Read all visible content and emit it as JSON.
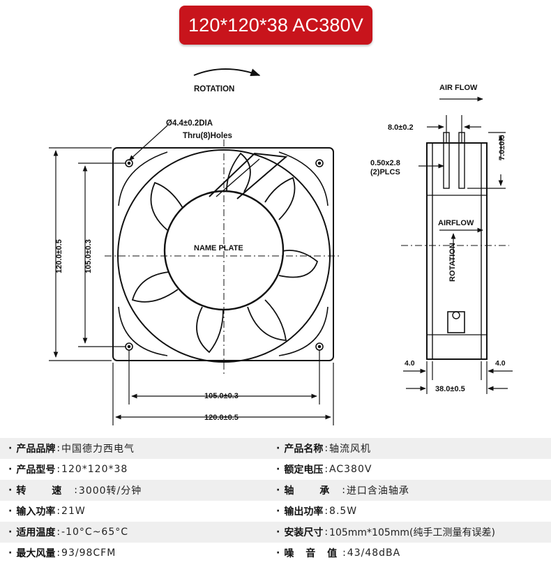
{
  "header": {
    "title": "120*120*38 AC380V"
  },
  "drawing": {
    "rotation": "ROTATION",
    "hole_spec_1": "Ø4.4±0.2DIA",
    "hole_spec_2": "Thru(8)Holes",
    "nameplate": "NAME PLATE",
    "dim_120_left": "120.0±0.5",
    "dim_105_left": "105.0±0.3",
    "dim_105_bottom": "105.0±0.3",
    "dim_120_bottom": "120.0±0.5",
    "airflow_top": "AIR FLOW",
    "dim_8": "8.0±0.2",
    "dim_7": "7.0±0.5",
    "terminal_1": "0.50x2.8",
    "terminal_2": "(2)PLCS",
    "airflow_side": "AIRFLOW",
    "rotation_side": "ROTATION",
    "dim_4_left": "4.0",
    "dim_4_right": "4.0",
    "dim_38": "38.0±0.5"
  },
  "specs": {
    "rows": [
      {
        "l_label": "产品品牌",
        "l_value": "中国德力西电气",
        "r_label": "产品名称",
        "r_value": "轴流风机"
      },
      {
        "l_label": "产品型号",
        "l_value": "120*120*38",
        "r_label": "额定电压",
        "r_value": "AC380V"
      },
      {
        "l_label": "转  速",
        "l_value": "3000转/分钟",
        "r_label": "轴  承",
        "r_value": "进口含油轴承"
      },
      {
        "l_label": "输入功率",
        "l_value": "21W",
        "r_label": "输出功率",
        "r_value": "8.5W"
      },
      {
        "l_label": "适用温度",
        "l_value": "-10°C~65°C",
        "r_label": "安装尺寸",
        "r_value": "105mm*105mm(纯手工测量有误差)"
      },
      {
        "l_label": "最大风量",
        "l_value": "93/98CFM",
        "r_label": "噪 音 值",
        "r_value": "43/48dBA"
      }
    ]
  }
}
